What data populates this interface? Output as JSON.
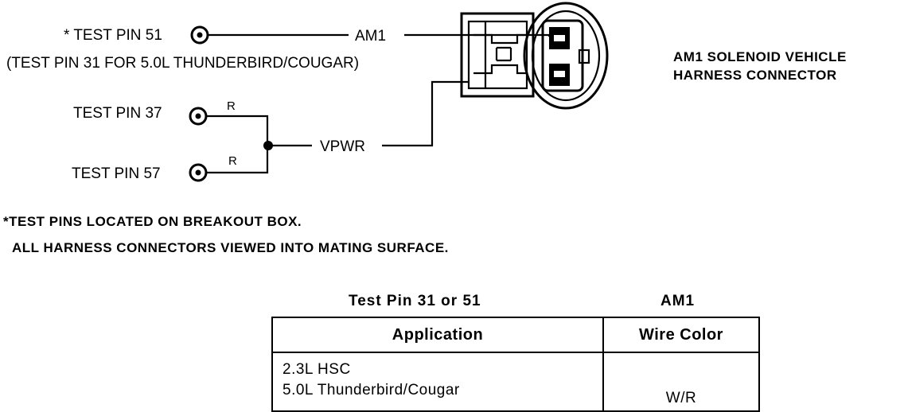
{
  "diagram": {
    "pins": {
      "pin51": "* TEST PIN 51",
      "pin51_note": "(TEST PIN 31 FOR 5.0L THUNDERBIRD/COUGAR)",
      "pin37": "TEST PIN 37",
      "pin57": "TEST PIN 57"
    },
    "wires": {
      "am1": "AM1",
      "vpwr": "VPWR",
      "r_upper": "R",
      "r_lower": "R"
    },
    "connector_title_line1": "AM1 SOLENOID VEHICLE",
    "connector_title_line2": "HARNESS CONNECTOR",
    "note_line1": "*TEST PINS LOCATED ON BREAKOUT BOX.",
    "note_line2": "ALL HARNESS CONNECTORS VIEWED INTO MATING SURFACE."
  },
  "table": {
    "caption_left": "Test Pin 31 or 51",
    "caption_right": "AM1",
    "headers": {
      "application": "Application",
      "wire_color": "Wire Color"
    },
    "rows": [
      {
        "application_lines": [
          "2.3L HSC",
          "5.0L Thunderbird/Cougar"
        ],
        "wire_color": "W/R"
      }
    ]
  }
}
